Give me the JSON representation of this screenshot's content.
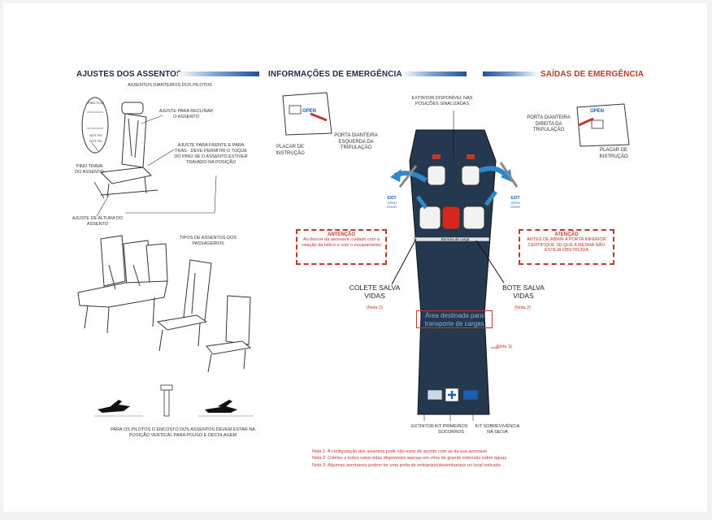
{
  "sections": {
    "seat_adjust_title": "AJUSTES DOS ASSENTOS",
    "emergency_info_title": "INFORMAÇÕES DE EMERGÊNCIA",
    "emergency_exits_title": "SAÍDAS DE EMERGÊNCIA"
  },
  "seats": {
    "front_seats": "ASSENTOS DIANTEIROS DOS PILOTOS",
    "recline": "AJUSTE PARA RECLINAR O ASSENTO",
    "fore_aft": "AJUSTE PARA FRENTE E PARA TRÁS - DEVE PERMITIR O TOQUE DO PINO SE O ASSENTO ESTIVER TRAVADO NA POSIÇÃO",
    "pin_lock": "PINO TRAVA DO ASSENTO",
    "height": "AJUSTE DE ALTURA DO ASSENTO",
    "gauge_labels": [
      "PINO FIXO",
      "NOT FIX",
      "NOT FIX"
    ],
    "passenger_types": "TIPOS DE ASSENTOS DOS PASSAGEIROS",
    "backrest_note": "PARA OS PILOTOS O ENCOSTO DOS ASSENTOS DEVEM ESTAR NA POSIÇÃO VERTICAL PARA POUSO E DECOLAGEM"
  },
  "emergency": {
    "extinguisher_positions": "EXTINTOR DISPONÍVEL NAS POSIÇÕES SINALIZADAS",
    "placard_left": "PLACAR DE INSTRUÇÃO",
    "door_left": "PORTA DIANTEIRA ESQUERDA DA TRIPULAÇÃO",
    "door_right": "PORTA DIANTEIRA DIREITA DA TRIPULAÇÃO",
    "placard_right": "PLACAR DE INSTRUÇÃO",
    "open_label": "OPEN",
    "exit_left": "EXIT",
    "exit_left_sub": "OPEN DOOR",
    "exit_right": "EXIT",
    "exit_right_sub": "OPEN DOOR",
    "warning_left_title": "ANTENÇÃO",
    "warning_left_body": "Ao descer da aeronave cuidado com a rotação da hélice e com o escapamento",
    "warning_right_title": "ATENÇÃO",
    "warning_right_body": "ANTES DE ABRIR A PORTA INFERIOR CERTIFIQUE SE QUE A MESMA NÃO ESTEJA OBSTRUÍDA",
    "cargo_barrier": "Barreira de carga",
    "life_vest": "COLETE SALVA VIDAS",
    "life_vest_note": "(Nota 2)",
    "raft": "BOTE SALVA VIDAS",
    "raft_note": "(Nota 2)",
    "cargo_area": "Área destinada para transporte de cargas",
    "nota3": "(Nota 3)",
    "extinguisher": "EXTINTOR",
    "first_aid": "KIT PRIMEIROS SOCORROS",
    "survival": "KIT SOBREVIVÊNCIA NA SELVA"
  },
  "notes": [
    "Nota 1: A configuração dos assentos pode não estar de acordo com as da sua aeronave",
    "Nota 2: Coletes e botes salva vidas disponíveis apenas em vôos de grande extensão sobre águas",
    "Nota 3: Algumas aeronaves podem ter uma porta de embarque/desembarque no local indicado"
  ],
  "colors": {
    "title_blue": "#1f4fa0",
    "accent_red": "#c0392b",
    "cabin": "#24394f"
  }
}
